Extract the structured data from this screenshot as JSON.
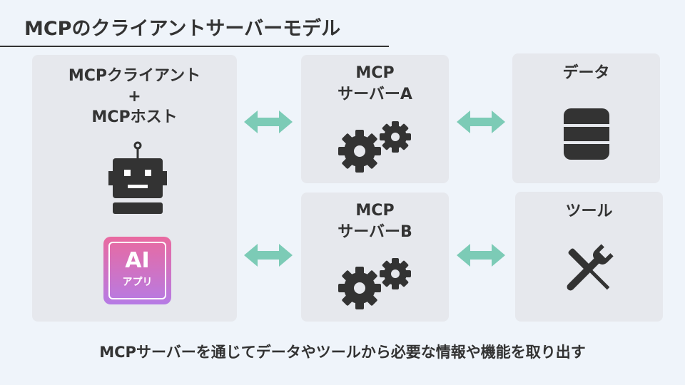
{
  "title": "MCPのクライアントサーバーモデル",
  "client": {
    "line1": "MCPクライアント",
    "line2": "+",
    "line3": "MCPホスト",
    "robot_icon": "robot-icon",
    "ai_badge": {
      "big": "AI",
      "small": "アプリ"
    }
  },
  "server_a": {
    "line1": "MCP",
    "line2": "サーバーA",
    "icon": "gears-icon"
  },
  "server_b": {
    "line1": "MCP",
    "line2": "サーバーB",
    "icon": "gears-icon"
  },
  "data_box": {
    "label": "データ",
    "icon": "database-icon"
  },
  "tool_box": {
    "label": "ツール",
    "icon": "tools-icon"
  },
  "caption": "MCPサーバーを通じてデータやツールから必要な情報や機能を取り出す",
  "colors": {
    "arrow": "#7ccbb6",
    "box": "#e6e8ed",
    "icon": "#333333",
    "background": "#eff4fa",
    "ai_top": "#e96aa0",
    "ai_bottom": "#b67be5"
  }
}
